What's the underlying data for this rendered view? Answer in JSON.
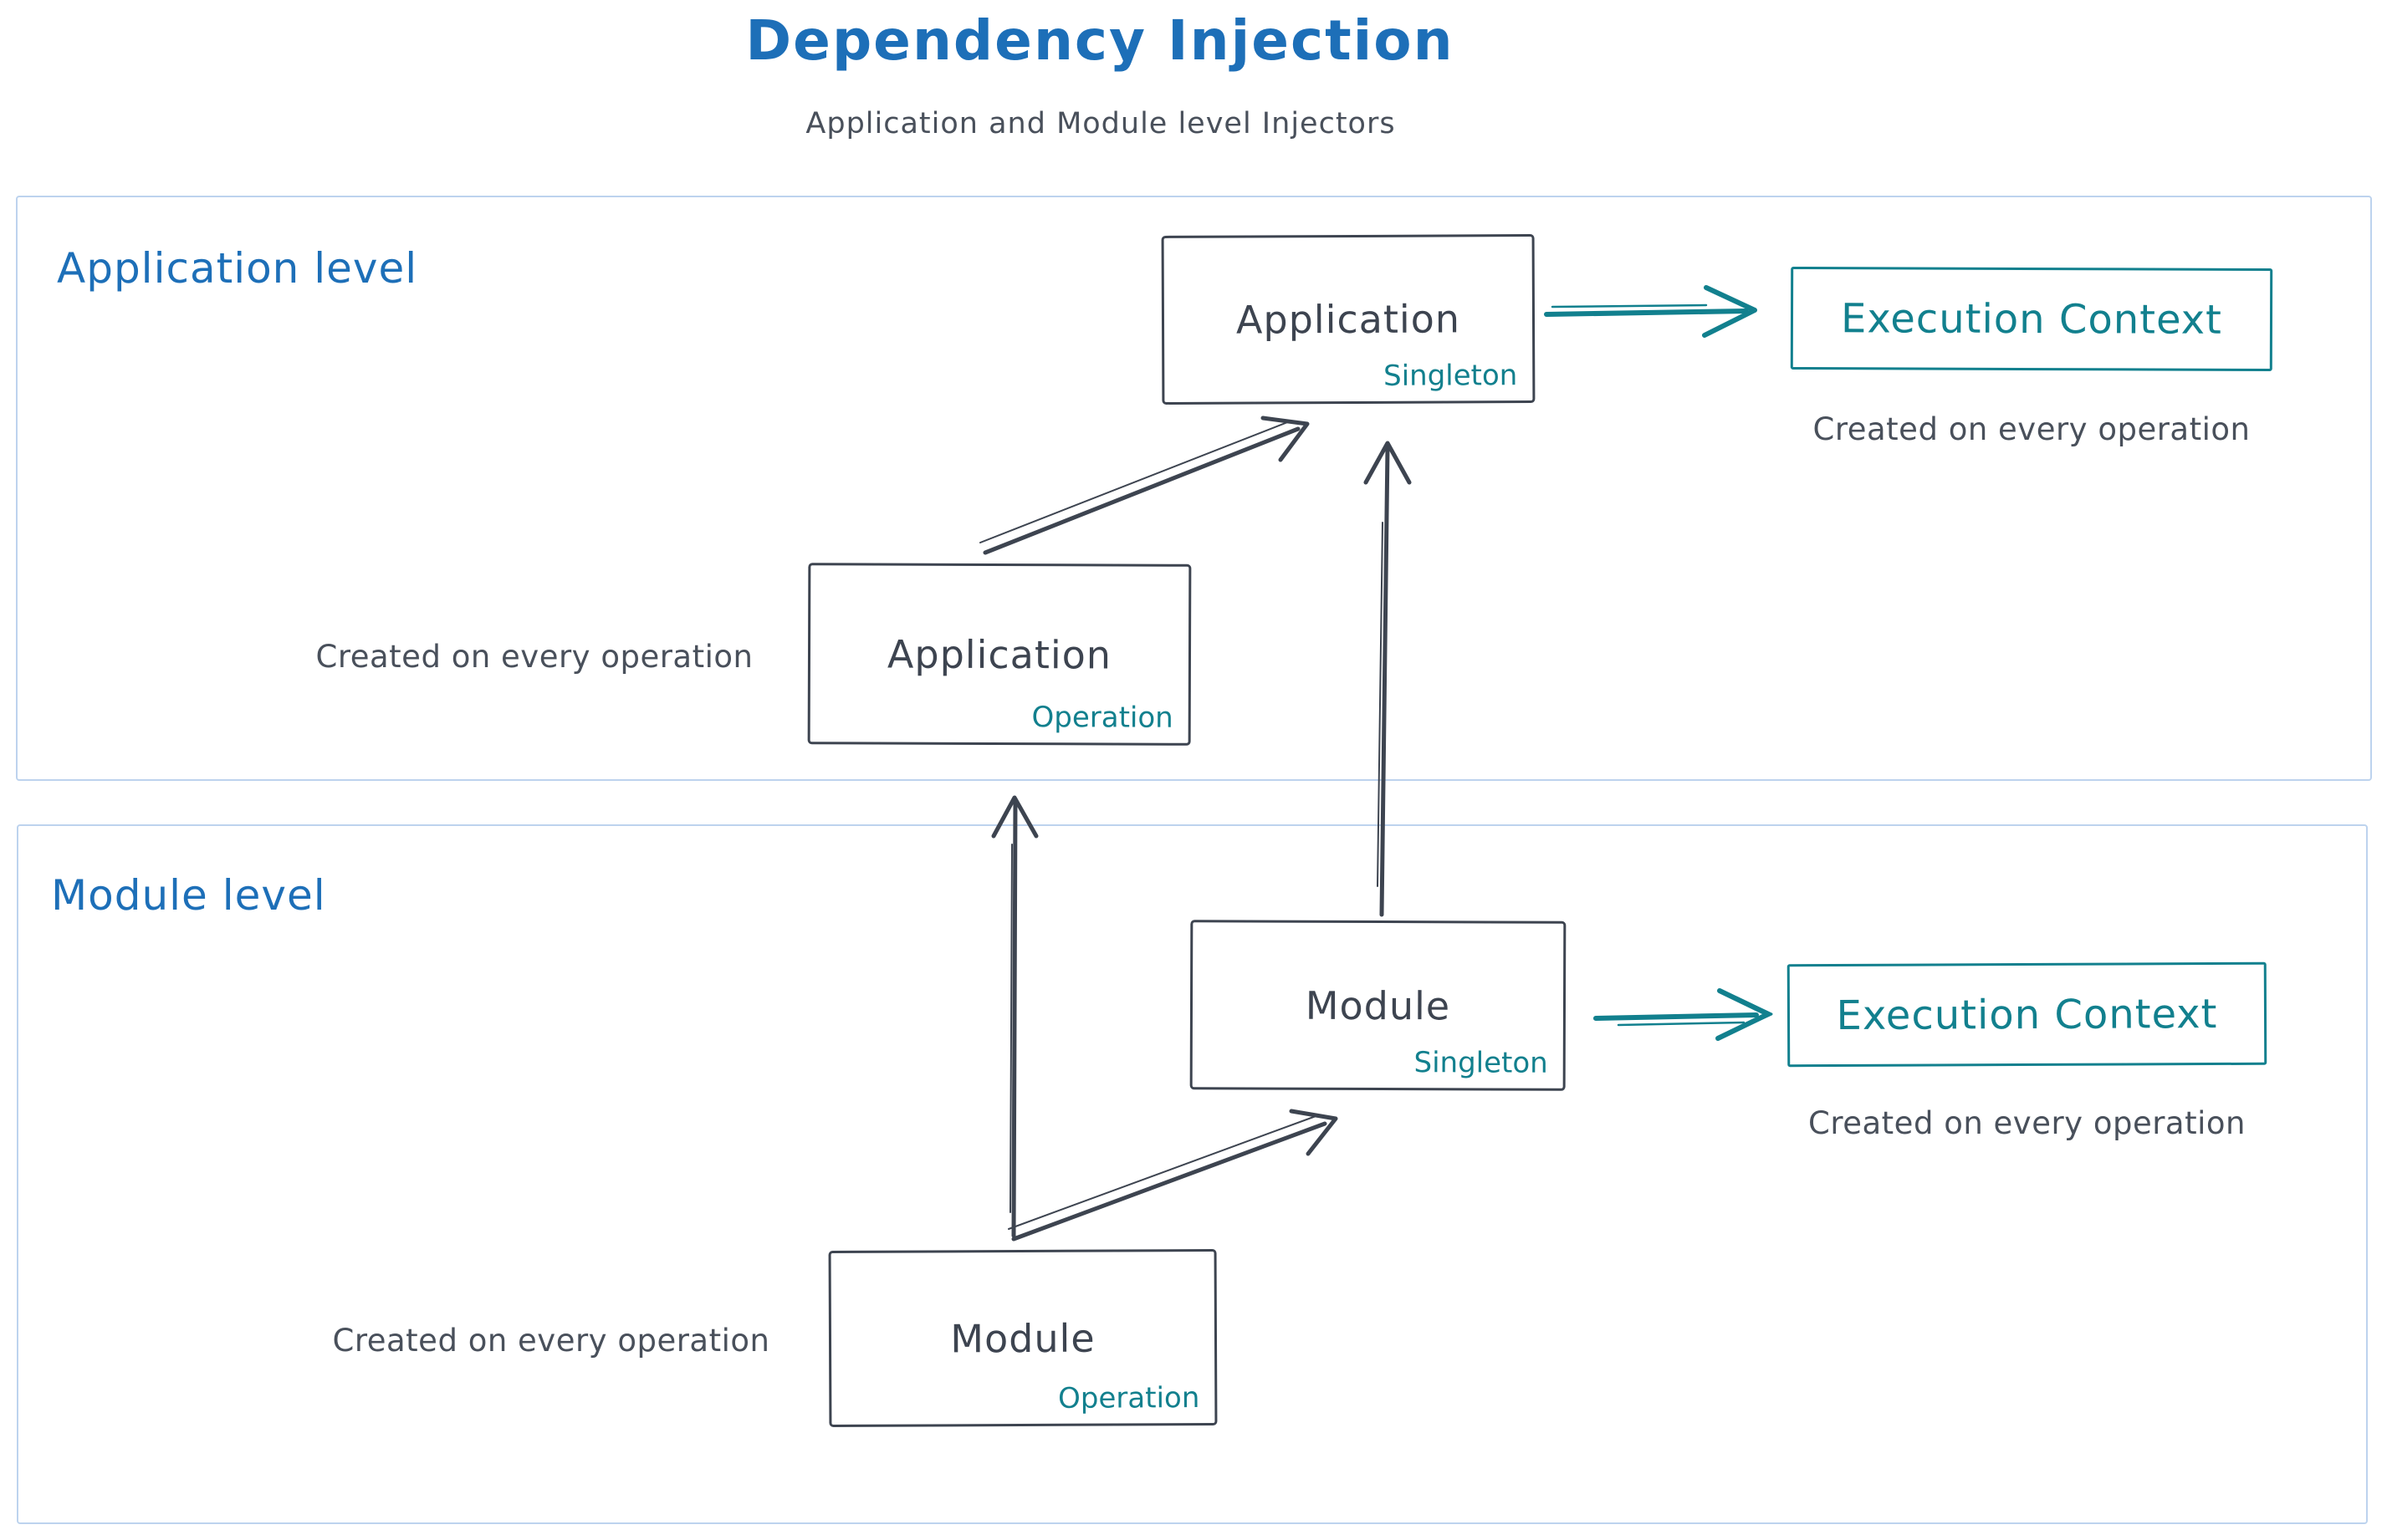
{
  "header": {
    "title": "Dependency Injection",
    "subtitle": "Application and Module level Injectors"
  },
  "colors": {
    "accent_blue": "#1d6fb8",
    "stroke_dark": "#3d4450",
    "teal": "#12808e",
    "section_border": "#bdd3ee",
    "caption_gray": "#49505b"
  },
  "sections": {
    "application": {
      "label": "Application level",
      "nodes": {
        "singleton": {
          "title": "Application",
          "scope": "Singleton"
        },
        "operation": {
          "title": "Application",
          "scope": "Operation"
        }
      },
      "execution_context": {
        "label": "Execution Context",
        "caption": "Created on every operation"
      },
      "operation_caption": "Created on every operation"
    },
    "module": {
      "label": "Module level",
      "nodes": {
        "singleton": {
          "title": "Module",
          "scope": "Singleton"
        },
        "operation": {
          "title": "Module",
          "scope": "Operation"
        }
      },
      "execution_context": {
        "label": "Execution Context",
        "caption": "Created on every operation"
      },
      "operation_caption": "Created on every operation"
    }
  },
  "arrows": [
    {
      "name": "app-operation-to-app-singleton",
      "color": "dark"
    },
    {
      "name": "module-singleton-to-app-singleton",
      "color": "dark"
    },
    {
      "name": "module-operation-to-app-operation",
      "color": "dark"
    },
    {
      "name": "module-operation-to-module-singleton",
      "color": "dark"
    },
    {
      "name": "app-singleton-to-execution-context",
      "color": "teal"
    },
    {
      "name": "module-singleton-to-execution-context",
      "color": "teal"
    }
  ]
}
